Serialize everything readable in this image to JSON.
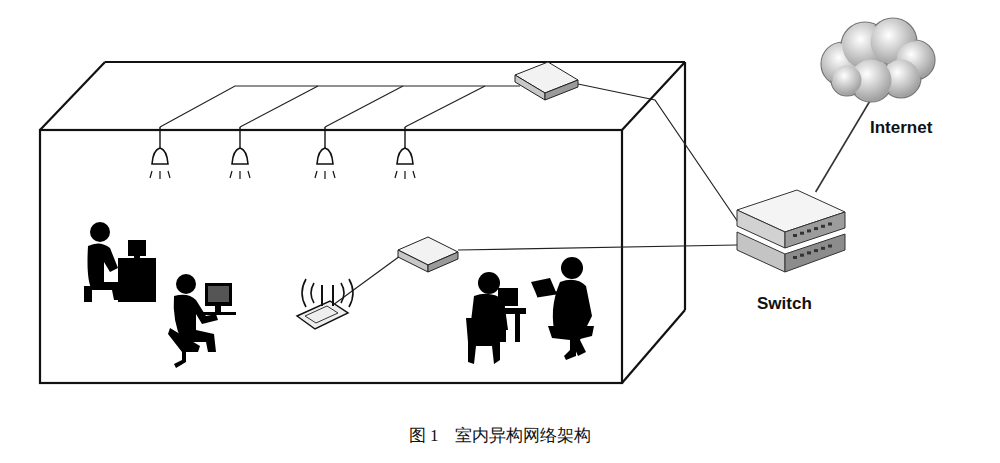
{
  "diagram": {
    "caption": "图 1　室内异构网络架构",
    "nodes": [
      {
        "text": [
          "Internet"
        ]
      },
      {
        "text": [
          "Switch"
        ]
      }
    ],
    "edges": [
      {
        "from": 1,
        "to": 0,
        "arrow": "none"
      }
    ]
  }
}
